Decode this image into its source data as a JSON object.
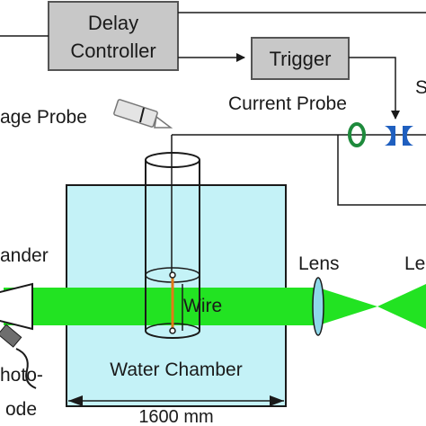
{
  "boxes": {
    "delay_line1": "Delay",
    "delay_line2": "Controller",
    "trigger": "Trigger"
  },
  "labels": {
    "current_probe": "Current Probe",
    "voltage_probe": "age Probe",
    "switch_partial": "S",
    "expander_partial": "ander",
    "lens_center": "Lens",
    "lens_right_partial": "Le",
    "wire": "Wire",
    "water_chamber": "Water Chamber",
    "dimension": "1600 mm",
    "photodiode_line1": "hoto-",
    "photodiode_line2": "ode"
  },
  "colors": {
    "box_fill": "#c8c8c8",
    "water": "#c4f2f7",
    "laser": "#22e322",
    "probe_ring": "#1e8a3c",
    "switch": "#1f5fbf",
    "lens": "#8ed8ea",
    "wire": "#e07b18"
  }
}
